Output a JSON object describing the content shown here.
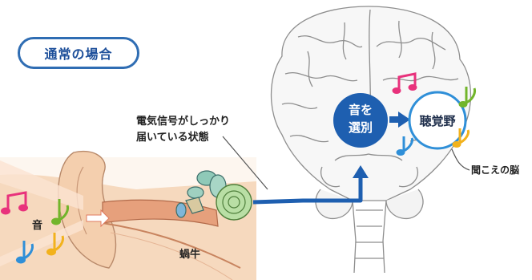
{
  "title": "通常の場合",
  "labels": {
    "signal_line1": "電気信号がしっかり",
    "signal_line2": "届いている状態",
    "sort_line1": "音を",
    "sort_line2": "選別",
    "auditory_cortex": "聴覚野",
    "hearing_brain": "聞こえの脳",
    "sound": "音",
    "cochlea": "蝸牛"
  },
  "colors": {
    "accent_blue": "#1e5fb0",
    "light_blue_circle": "#ffffff",
    "note_pink": "#e8327c",
    "note_green": "#72b52b",
    "note_yellow": "#f2b21c",
    "note_blue": "#2f8fd8",
    "skin": "#f4cfae",
    "canal": "#d88968"
  }
}
